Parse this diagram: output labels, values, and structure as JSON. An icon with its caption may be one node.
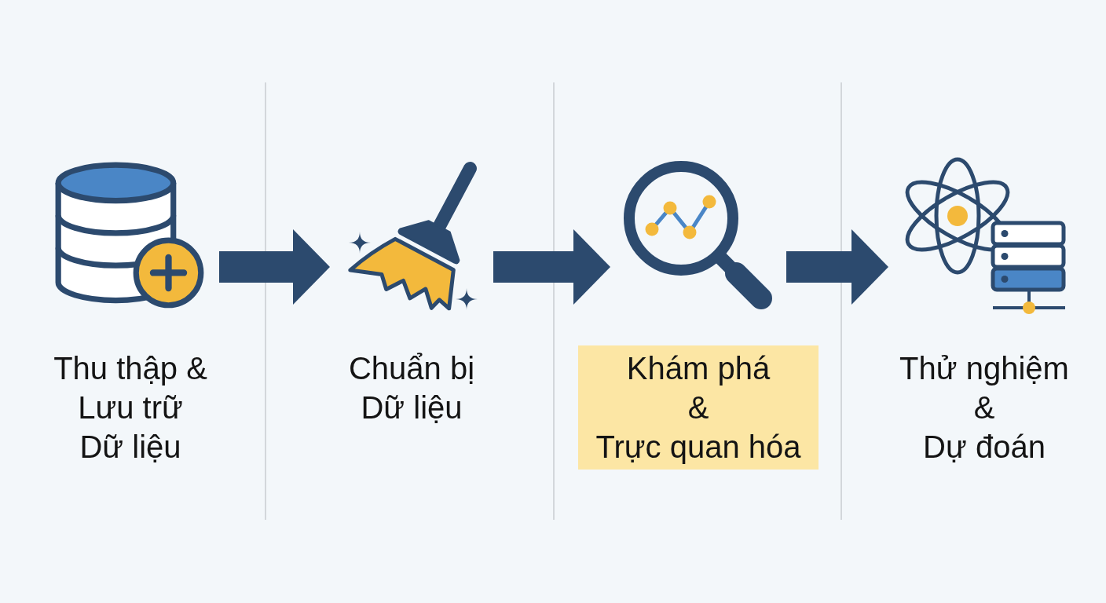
{
  "diagram": {
    "nodes": [
      {
        "text": [
          "Thu thập & Lưu trữ Dữ liệu"
        ]
      },
      {
        "text": [
          "Chuẩn bị Dữ liệu"
        ]
      },
      {
        "text": [
          "Khám phá & Trực quan hóa"
        ]
      },
      {
        "text": [
          "Thử nghiệm & Dự đoán"
        ]
      }
    ],
    "edges": [
      {
        "from": 0,
        "to": 1,
        "arrow": "to"
      },
      {
        "from": 1,
        "to": 2,
        "arrow": "to"
      },
      {
        "from": 2,
        "to": 3,
        "arrow": "to"
      }
    ]
  }
}
